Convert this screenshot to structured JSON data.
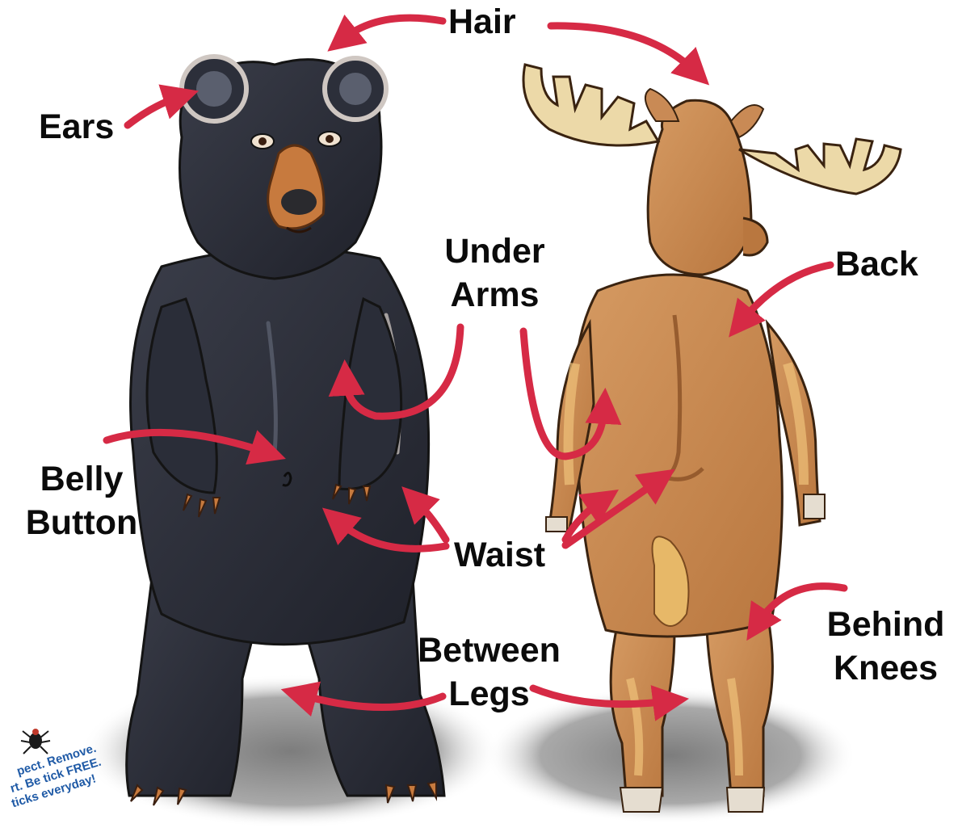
{
  "colors": {
    "arrow": "#d62a45",
    "bear_fur": "#2c2f3a",
    "bear_highlight": "#cfc7c2",
    "moose_fur": "#c98a55",
    "antler": "#ecd9a8",
    "shadow": "#8f8f8f"
  },
  "labels": {
    "hair": "Hair",
    "ears": "Ears",
    "under_arms_1": "Under",
    "under_arms_2": "Arms",
    "back": "Back",
    "belly_button_1": "Belly",
    "belly_button_2": "Button",
    "waist": "Waist",
    "between_legs_1": "Between",
    "between_legs_2": "Legs",
    "behind_knees_1": "Behind",
    "behind_knees_2": "Knees"
  },
  "stamp": {
    "line1": "pect. Remove.",
    "line2": "rt. Be tick FREE.",
    "line3": "ticks everyday!"
  }
}
